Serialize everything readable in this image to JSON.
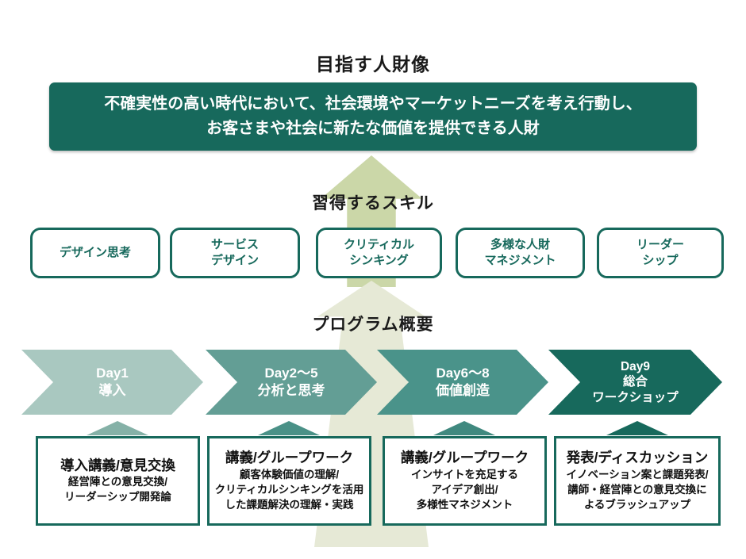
{
  "goal": {
    "title": "目指す人財像",
    "statement": "不確実性の高い時代において、社会環境やマーケットニーズを考え行動し、\nお客さまや社会に新たな価値を提供できる人財",
    "banner_color": "#17695c"
  },
  "skills": {
    "heading": "習得するスキル",
    "border_color": "#17695c",
    "items": [
      {
        "label": "デザイン思考"
      },
      {
        "label": "サービス\nデザイン"
      },
      {
        "label": "クリティカル\nシンキング"
      },
      {
        "label": "多様な人財\nマネジメント"
      },
      {
        "label": "リーダー\nシップ"
      }
    ]
  },
  "program": {
    "heading": "プログラム概要",
    "phases": [
      {
        "chevron_label": "Day1\n導入",
        "color": "#a9c8c0",
        "pointer_color": "#85b1a7",
        "detail_title": "導入講義/意見交換",
        "detail_body": "経営陣との意見交換/\nリーダーシップ開発論"
      },
      {
        "chevron_label": "Day2〜5\n分析と思考",
        "color": "#639e95",
        "pointer_color": "#4a9187",
        "detail_title": "講義/グループワーク",
        "detail_body": "顧客体験価値の理解/\nクリティカルシンキングを活用\nした課題解決の理解・実践"
      },
      {
        "chevron_label": "Day6〜8\n価値創造",
        "color": "#4a938a",
        "pointer_color": "#40897f",
        "detail_title": "講義/グループワーク",
        "detail_body": "インサイトを充足する\nアイデア創出/\n多様性マネジメント"
      },
      {
        "chevron_label": "Day9\n総合\nワークショップ",
        "color": "#17695c",
        "pointer_color": "#17695c",
        "detail_title": "発表/ディスカッション",
        "detail_body": "イノベーション案と課題発表/\n講師・経営陣との意見交換に\nよるブラッシュアップ"
      }
    ]
  },
  "flow_arrows": {
    "upper_color": "#cbd7a8",
    "lower_color": "#e6e9d6"
  }
}
